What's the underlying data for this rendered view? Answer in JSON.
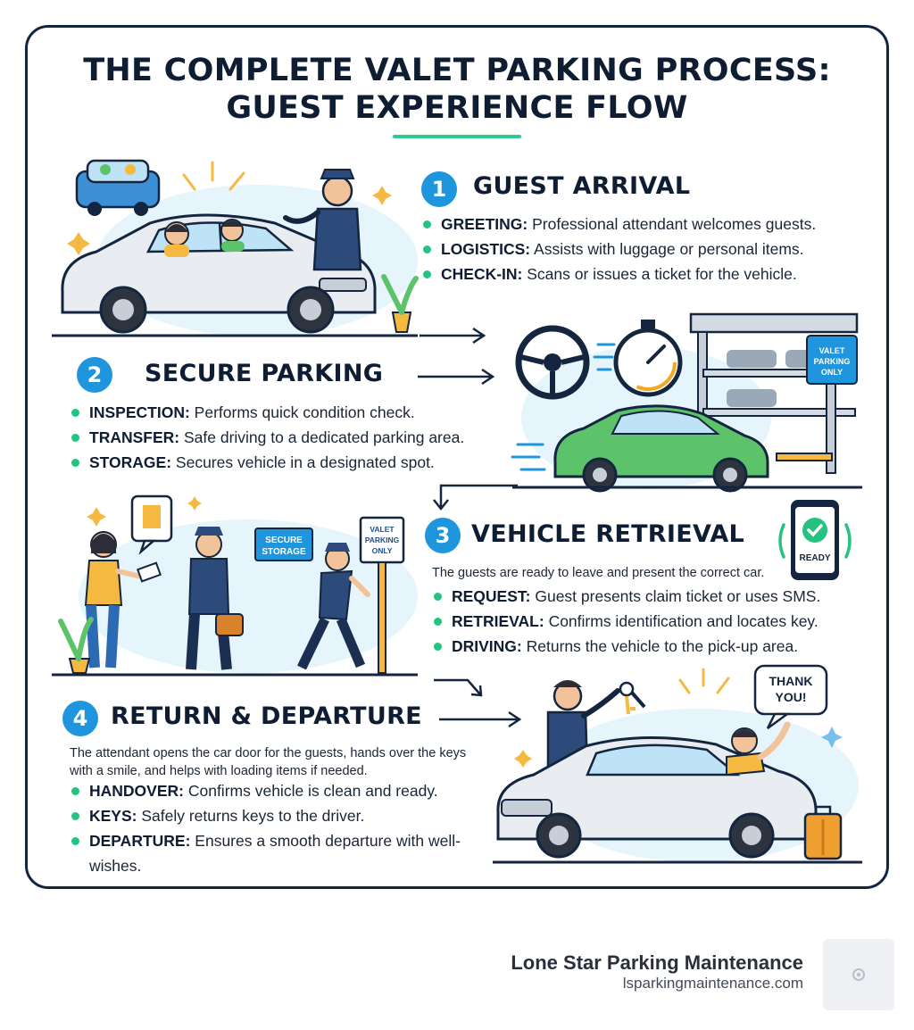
{
  "title": {
    "line1": "THE COMPLETE VALET PARKING PROCESS:",
    "line2": "GUEST EXPERIENCE FLOW"
  },
  "steps": [
    {
      "number": "1",
      "title": "GUEST ARRIVAL",
      "bullets": [
        {
          "label": "GREETING:",
          "text": " Professional attendant welcomes guests."
        },
        {
          "label": "LOGISTICS:",
          "text": " Assists with luggage or personal items."
        },
        {
          "label": "CHECK-IN:",
          "text": " Scans or issues a ticket for the vehicle."
        }
      ]
    },
    {
      "number": "2",
      "title": "SECURE PARKING",
      "bullets": [
        {
          "label": "INSPECTION:",
          "text": " Performs quick condition check."
        },
        {
          "label": "TRANSFER:",
          "text": " Safe driving to a dedicated parking area."
        },
        {
          "label": "STORAGE:",
          "text": " Secures vehicle in a designated spot."
        }
      ],
      "sign": {
        "line1": "VALET",
        "line2": "PARKING",
        "line3": "ONLY"
      }
    },
    {
      "number": "3",
      "title": "VEHICLE RETRIEVAL",
      "intro": "The guests are ready to leave and present the correct car.",
      "bullets": [
        {
          "label": "REQUEST:",
          "text": " Guest presents claim ticket or uses SMS."
        },
        {
          "label": "RETRIEVAL:",
          "text": " Confirms identification and locates key."
        },
        {
          "label": "DRIVING:",
          "text": " Returns the vehicle to the pick-up area."
        }
      ],
      "phone_label": "READY",
      "storage_sign": {
        "line1": "SECURE",
        "line2": "STORAGE"
      },
      "valet_sign": {
        "line1": "VALET",
        "line2": "PARKING",
        "line3": "ONLY"
      }
    },
    {
      "number": "4",
      "title": "RETURN & DEPARTURE",
      "intro": "The attendant opens the car door for the guests, hands over the keys with a smile, and helps with loading items if needed.",
      "bullets": [
        {
          "label": "HANDOVER:",
          "text": " Confirms vehicle is clean and ready."
        },
        {
          "label": "KEYS:",
          "text": " Safely returns keys to the driver."
        },
        {
          "label": "DEPARTURE:",
          "text": " Ensures a smooth departure with well-wishes."
        }
      ],
      "speech": {
        "line1": "THANK",
        "line2": "YOU!"
      }
    }
  ],
  "footer": {
    "brand": "Lone Star Parking Maintenance",
    "url": "lsparkingmaintenance.com"
  },
  "colors": {
    "navy": "#0f1d33",
    "badge_blue": "#1f95dd",
    "bullet_green": "#25c281",
    "accent_green": "#2ecb8f",
    "car_silver": "#e9edf2",
    "car_green": "#5cc36a",
    "skin": "#f2c29b",
    "uniform": "#2c4a7a"
  }
}
